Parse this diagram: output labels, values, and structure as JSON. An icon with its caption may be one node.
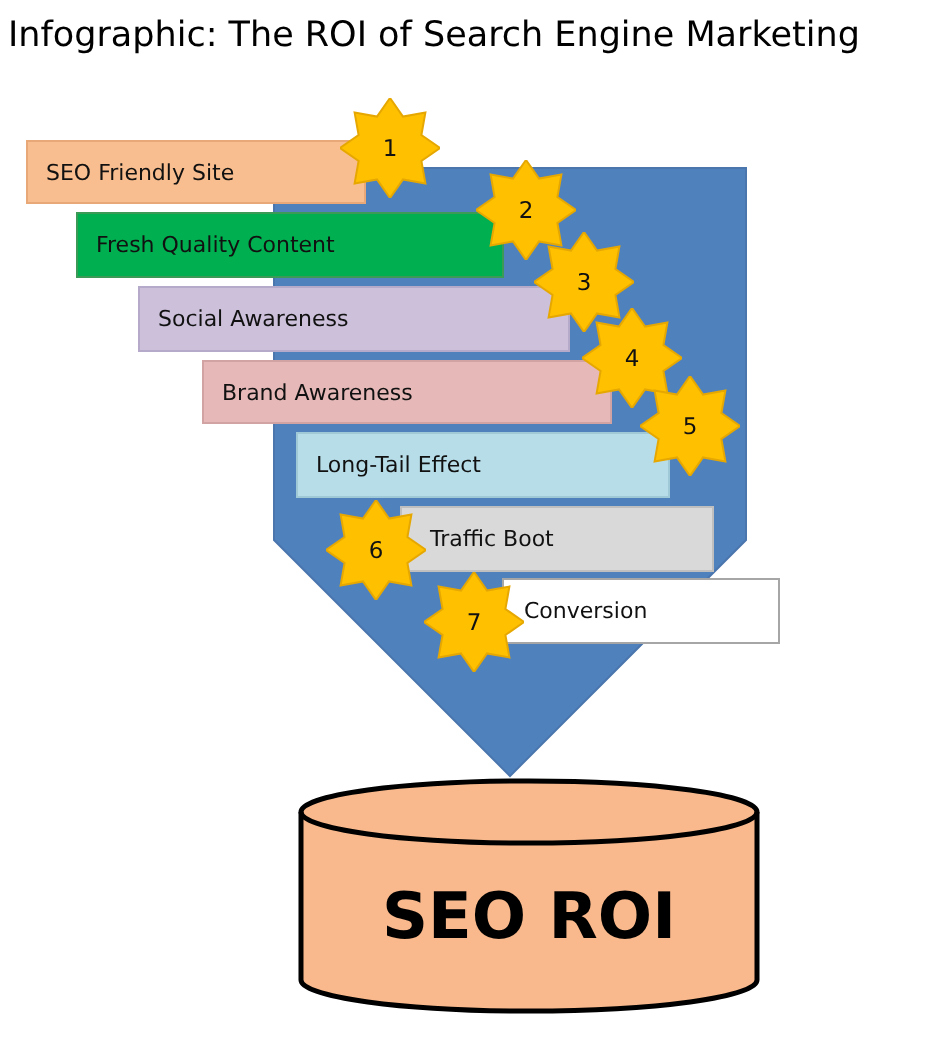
{
  "diagram": {
    "title": "Infographic: The ROI of Search Engine Marketing",
    "nodes": [
      {
        "text": [
          "SEO Friendly Site"
        ]
      },
      {
        "text": [
          "1"
        ]
      },
      {
        "text": [
          "Fresh Quality Content"
        ]
      },
      {
        "text": [
          "2"
        ]
      },
      {
        "text": [
          "Social Awareness"
        ]
      },
      {
        "text": [
          "3"
        ]
      },
      {
        "text": [
          "Brand Awareness"
        ]
      },
      {
        "text": [
          "4"
        ]
      },
      {
        "text": [
          "Long-Tail Effect"
        ]
      },
      {
        "text": [
          "5"
        ]
      },
      {
        "text": [
          "Traffic Boot"
        ]
      },
      {
        "text": [
          "6"
        ]
      },
      {
        "text": [
          "Conversion"
        ]
      },
      {
        "text": [
          "7"
        ]
      },
      {
        "text": [
          "SEO ROI"
        ]
      }
    ]
  }
}
